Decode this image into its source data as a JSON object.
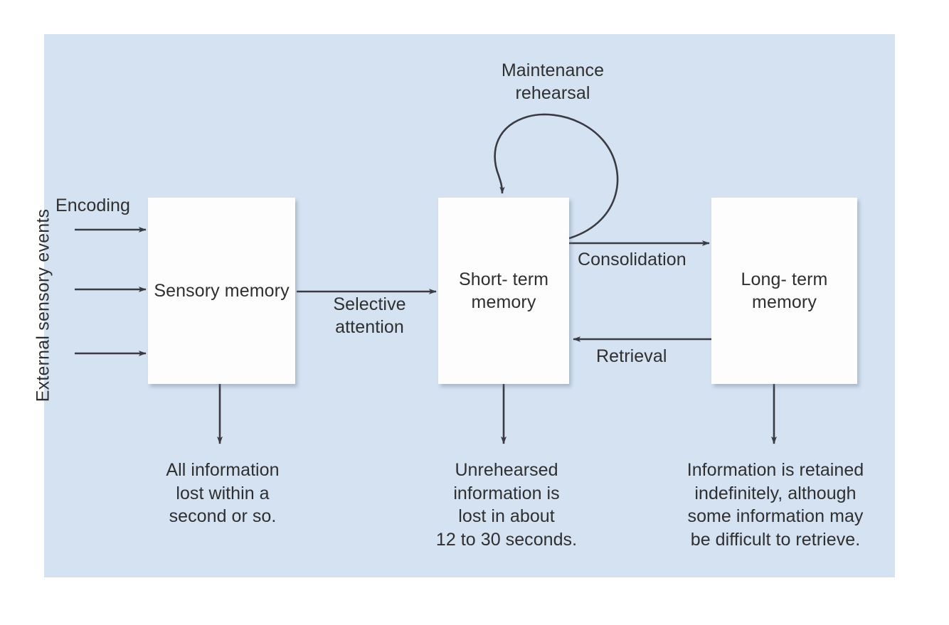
{
  "figure": {
    "panel_background": "#d4e2f2",
    "text_color": "#2f2f2f",
    "box_fill": "#fdfdfd"
  },
  "axis": {
    "vertical_label": "External sensory events"
  },
  "boxes": [
    {
      "id": "sensory",
      "label": "Sensory\nmemory"
    },
    {
      "id": "short-term",
      "label": "Short-\nterm\nmemory"
    },
    {
      "id": "long-term",
      "label": "Long-\nterm\nmemory"
    }
  ],
  "edge_labels": {
    "encoding": "Encoding",
    "selective_attention": "Selective\nattention",
    "maintenance_rehearsal": "Maintenance\nrehearsal",
    "consolidation": "Consolidation",
    "retrieval": "Retrieval"
  },
  "outcomes": [
    {
      "id": "sensory",
      "text": "All information\nlost within a\nsecond or so."
    },
    {
      "id": "short-term",
      "text": "Unrehearsed\ninformation is\nlost in about\n12 to 30 seconds."
    },
    {
      "id": "long-term",
      "text": "Information is retained\nindefinitely, although\nsome information may\nbe difficult to retrieve."
    }
  ]
}
